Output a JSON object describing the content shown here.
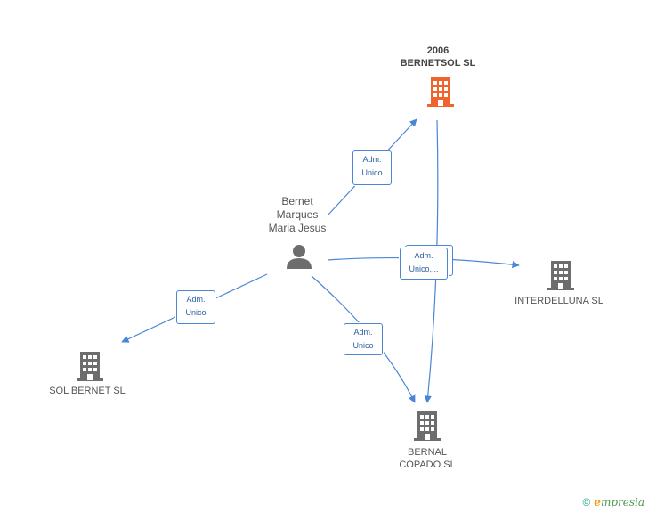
{
  "nodes": {
    "bernetsol": {
      "line1": "2006",
      "line2": "BERNETSOL SL",
      "color": "#f0632d"
    },
    "person": {
      "line1": "Bernet",
      "line2": "Marques",
      "line3": "Maria Jesus",
      "color": "#6d6d6d"
    },
    "interdelluna": {
      "name": "INTERDELLUNA SL",
      "color": "#6d6d6d"
    },
    "solbernet": {
      "name": "SOL BERNET SL",
      "color": "#6d6d6d"
    },
    "bernal": {
      "line1": "BERNAL",
      "line2": "COPADO SL",
      "color": "#6d6d6d"
    }
  },
  "edges": {
    "to_bernetsol": {
      "line1": "Adm.",
      "line2": "Unico"
    },
    "multi": {
      "line1": "Adm.",
      "line2": "Unico,..."
    },
    "to_solbernet": {
      "line1": "Adm.",
      "line2": "Unico"
    },
    "to_bernal": {
      "line1": "Adm.",
      "line2": "Unico"
    }
  },
  "edge_color": "#4a86d6",
  "footer": {
    "copyright": "©",
    "brand_first": "e",
    "brand_rest": "mpresia"
  }
}
